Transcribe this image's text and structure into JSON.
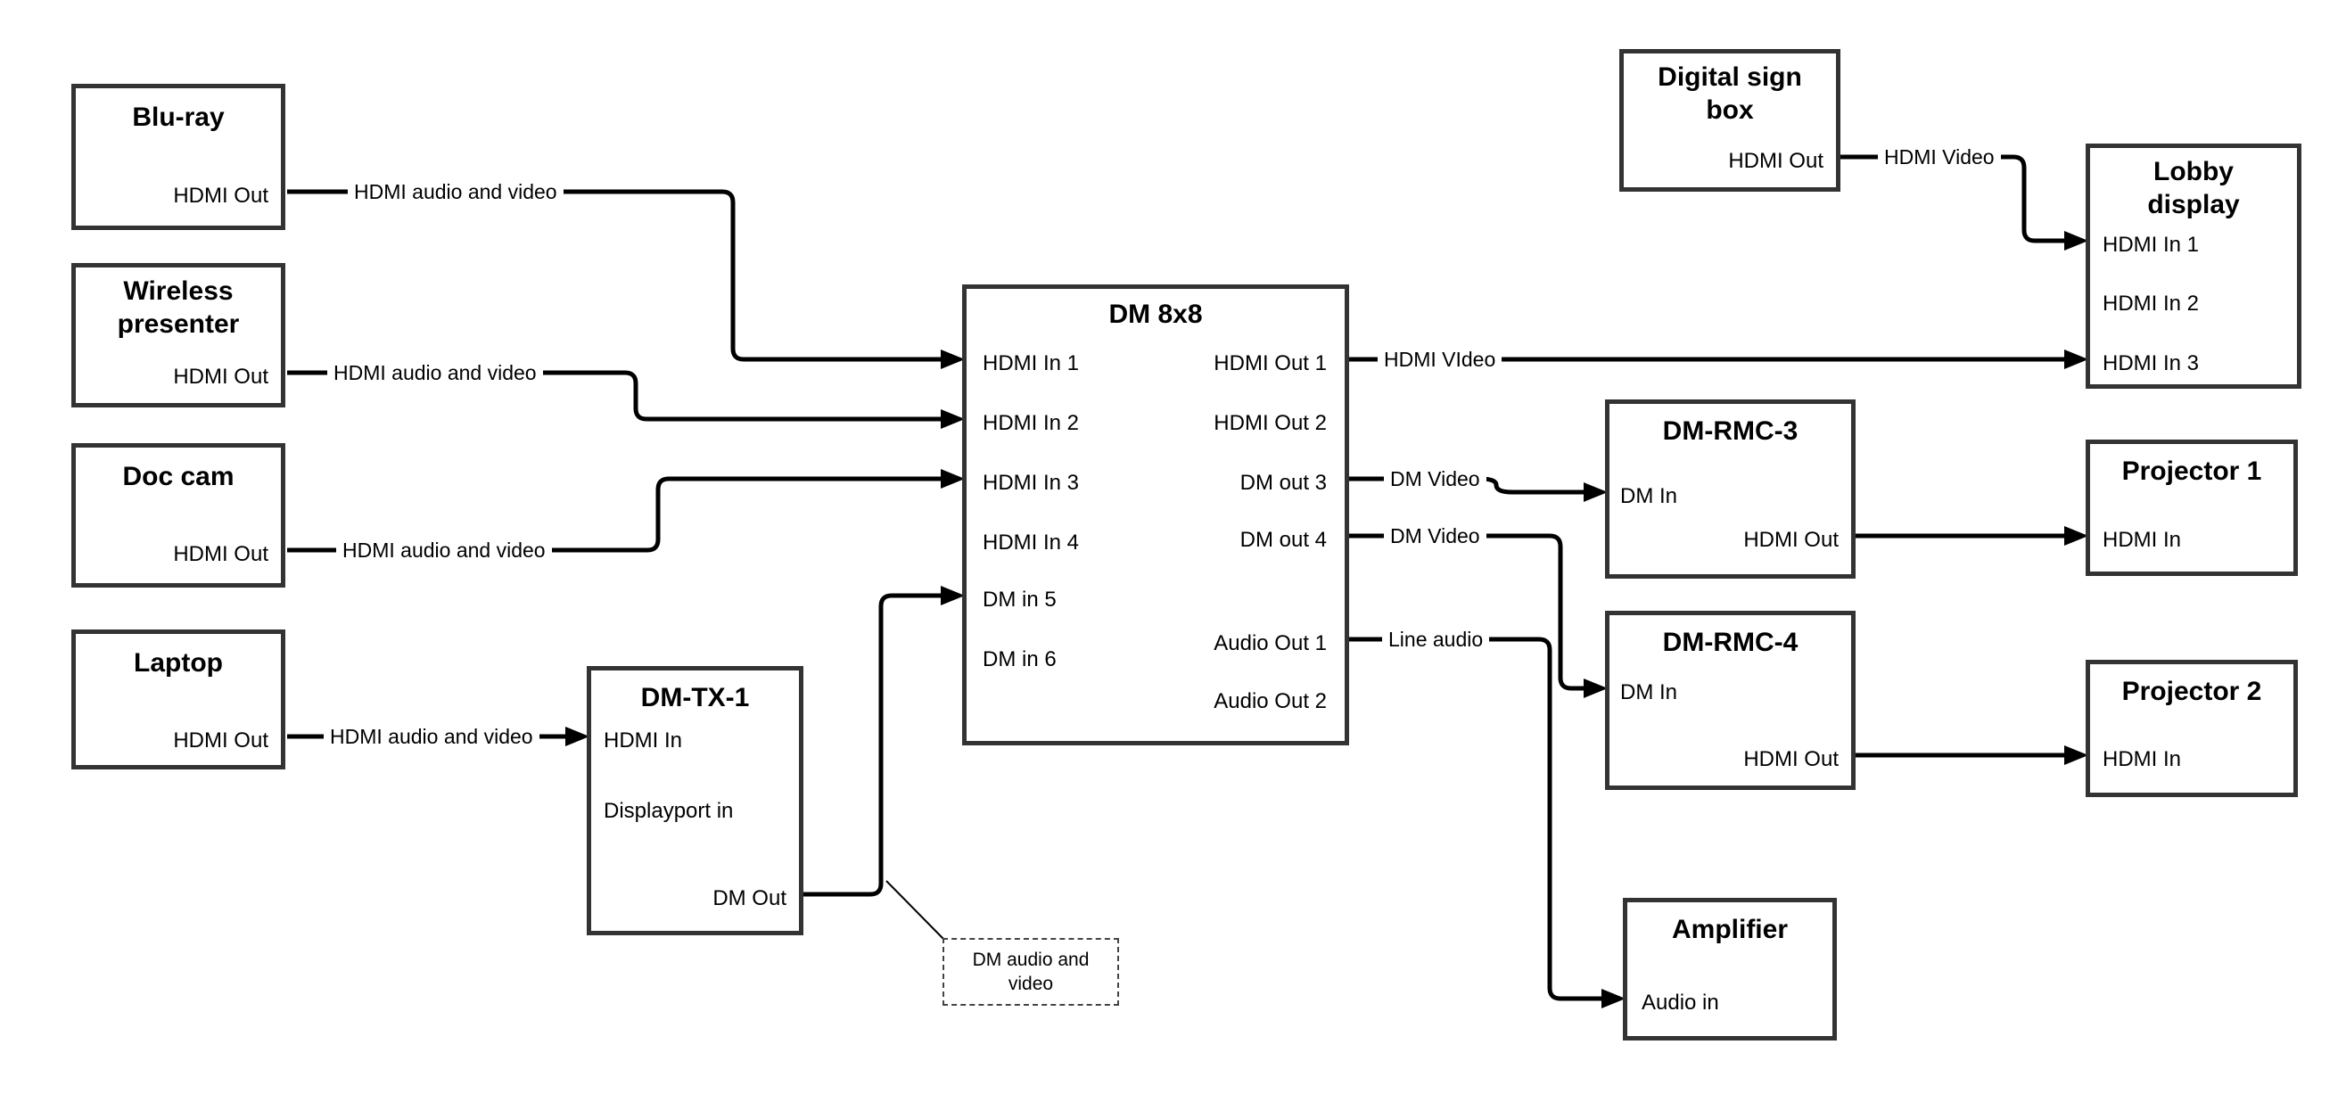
{
  "diagram": {
    "nodes": {
      "bluray": {
        "title": [
          "Blu-ray"
        ],
        "ports": {
          "hdmi_out": "HDMI Out"
        }
      },
      "wireless_presenter": {
        "title": [
          "Wireless",
          "presenter"
        ],
        "ports": {
          "hdmi_out": "HDMI Out"
        }
      },
      "doc_cam": {
        "title": [
          "Doc cam"
        ],
        "ports": {
          "hdmi_out": "HDMI Out"
        }
      },
      "laptop": {
        "title": [
          "Laptop"
        ],
        "ports": {
          "hdmi_out": "HDMI Out"
        }
      },
      "dm_tx_1": {
        "title": [
          "DM-TX-1"
        ],
        "ports": {
          "hdmi_in": "HDMI In",
          "displayport_in": "Displayport in",
          "dm_out": "DM Out"
        }
      },
      "dm_8x8": {
        "title": [
          "DM 8x8"
        ],
        "ports": {
          "hdmi_in_1": "HDMI In 1",
          "hdmi_in_2": "HDMI In 2",
          "hdmi_in_3": "HDMI In 3",
          "hdmi_in_4": "HDMI In 4",
          "dm_in_5": "DM in 5",
          "dm_in_6": "DM in 6",
          "hdmi_out_1": "HDMI Out 1",
          "hdmi_out_2": "HDMI Out 2",
          "dm_out_3": "DM out 3",
          "dm_out_4": "DM out 4",
          "audio_out_1": "Audio Out 1",
          "audio_out_2": "Audio Out 2"
        }
      },
      "digital_sign_box": {
        "title": [
          "Digital sign",
          "box"
        ],
        "ports": {
          "hdmi_out": "HDMI Out"
        }
      },
      "lobby_display": {
        "title": [
          "Lobby",
          "display"
        ],
        "ports": {
          "hdmi_in_1": "HDMI In 1",
          "hdmi_in_2": "HDMI In 2",
          "hdmi_in_3": "HDMI In 3"
        }
      },
      "dm_rmc_3": {
        "title": [
          "DM-RMC-3"
        ],
        "ports": {
          "dm_in": "DM In",
          "hdmi_out": "HDMI Out"
        }
      },
      "projector_1": {
        "title": [
          "Projector 1"
        ],
        "ports": {
          "hdmi_in": "HDMI In"
        }
      },
      "dm_rmc_4": {
        "title": [
          "DM-RMC-4"
        ],
        "ports": {
          "dm_in": "DM In",
          "hdmi_out": "HDMI Out"
        }
      },
      "projector_2": {
        "title": [
          "Projector 2"
        ],
        "ports": {
          "hdmi_in": "HDMI In"
        }
      },
      "amplifier": {
        "title": [
          "Amplifier"
        ],
        "ports": {
          "audio_in": "Audio in"
        }
      }
    },
    "edge_labels": {
      "bluray_to_dm8x8": "HDMI audio and video",
      "wireless_to_dm8x8": "HDMI audio and video",
      "doccam_to_dm8x8": "HDMI audio and video",
      "laptop_to_dmtx1": "HDMI audio and video",
      "hdmi_out_1": "HDMI VIdeo",
      "dm_out_3": "DM Video",
      "dm_out_4": "DM Video",
      "audio_out_1": "Line audio",
      "digital_sign_to_lobby": "HDMI Video"
    },
    "callout": {
      "text": "DM audio and video"
    },
    "colors": {
      "line": "#000000",
      "box_border": "#333333",
      "background": "#ffffff"
    }
  }
}
